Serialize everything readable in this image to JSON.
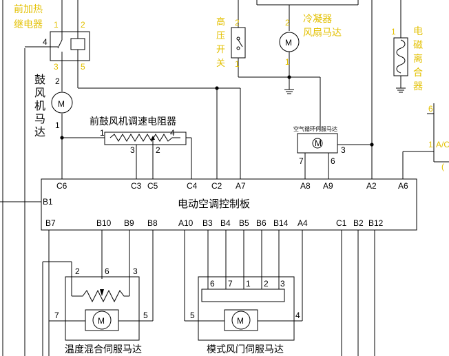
{
  "colors": {
    "line": "#000000",
    "label": "#e3c000",
    "background": "#ffffff"
  },
  "components": {
    "front_relay": {
      "label_line1": "前加热",
      "label_line2": "继电器",
      "pin_4": "4",
      "pin_1": "1",
      "pin_2": "2",
      "pin_3": "3",
      "pin_5": "5"
    },
    "pressure_switch": {
      "label": [
        "高",
        "压",
        "开",
        "关"
      ],
      "pin_2": "2",
      "pin_1": "1"
    },
    "condenser_fan": {
      "label_line1": "冷凝器",
      "label_line2": "风扇马达",
      "pin_2": "2",
      "pin_1": "1"
    },
    "magnetic_clutch": {
      "label": [
        "电",
        "磁",
        "离",
        "合",
        "器"
      ],
      "pin_1": "1"
    },
    "blower_motor": {
      "label": [
        "鼓",
        "风",
        "机",
        "马",
        "达"
      ],
      "pin_2": "2",
      "pin_1": "1"
    },
    "resistor": {
      "label": "前鼓风机调速电阻器",
      "pin_1": "1",
      "pin_3": "3",
      "pin_2": "2",
      "pin_4": "4"
    },
    "recirc_servo": {
      "label": "空气循环伺服马达",
      "pin_7": "7",
      "pin_6": "6",
      "pin_3": "3"
    },
    "controller": {
      "label": "电动空调控制板",
      "top_pins": [
        "C6",
        "C3",
        "C5",
        "C4",
        "C2",
        "A7",
        "A8",
        "A9",
        "A2",
        "A6"
      ],
      "left_pin": "B1",
      "bottom_pins": [
        "B7",
        "B10",
        "B9",
        "B8",
        "A10",
        "B3",
        "B4",
        "B5",
        "B6",
        "B14",
        "A4",
        "C1",
        "B2",
        "B12"
      ]
    },
    "temp_servo": {
      "label": "温度混合伺服马达",
      "pin_2": "2",
      "pin_6": "6",
      "pin_3": "3",
      "pin_7": "7",
      "pin_5": "5"
    },
    "mode_servo": {
      "label": "模式风门伺服马达",
      "pins": [
        "6",
        "7",
        "1",
        "2",
        "3"
      ],
      "pin_5": "5",
      "pin_4": "4"
    },
    "right_edge": {
      "pin_6": "6",
      "pin_1": "1",
      "text_ac": "A/C",
      "text_k": "("
    }
  }
}
